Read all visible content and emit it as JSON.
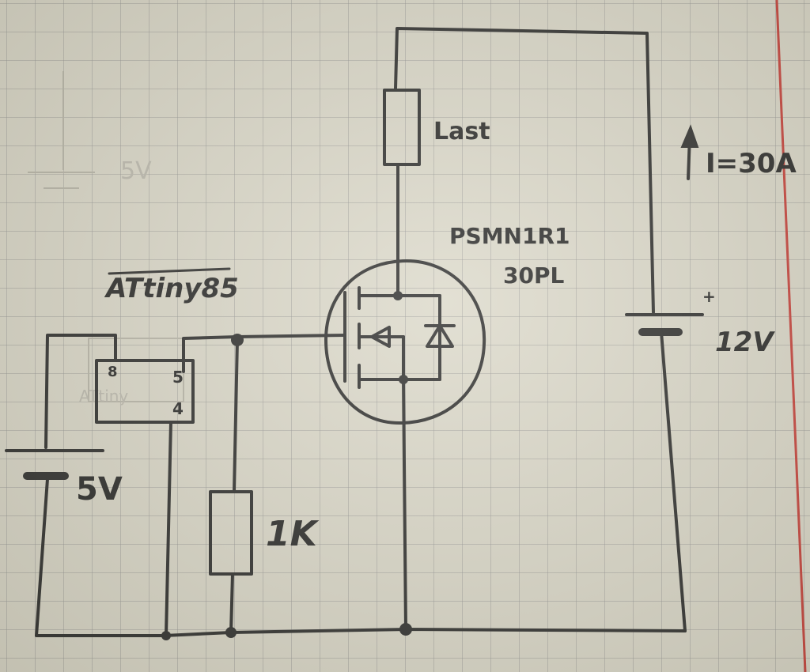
{
  "labels": {
    "load": "Last",
    "mosfet_line1": "PSMN1R1",
    "mosfet_line2": "30PL",
    "mcu": "ATtiny85",
    "pin_vcc": "8",
    "pin_out": "5",
    "pin_gnd": "4",
    "resistor": "1K",
    "battery_low": "5V",
    "battery_high": "12V",
    "current": "I=30A",
    "plus_sign": "+"
  },
  "ghost": {
    "voltage": "5V",
    "mcu": "ATtiny"
  },
  "colors": {
    "paper": "#dcd9cb",
    "grid": "#969696",
    "ink": "#2f2f2f",
    "margin_line": "#c8423c"
  }
}
